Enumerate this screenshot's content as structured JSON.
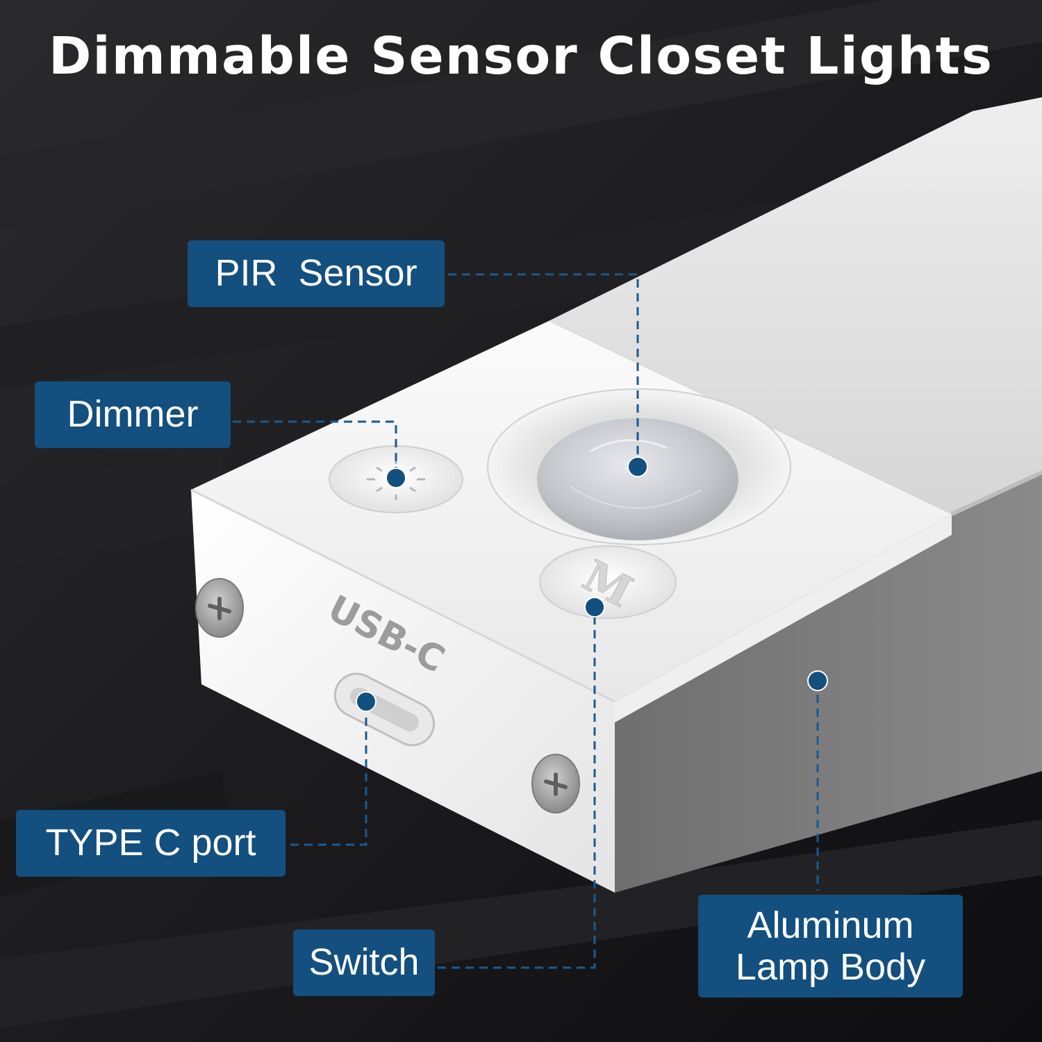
{
  "title": "Dimmable Sensor Closet Lights",
  "product": {
    "port_marking": "USB-C",
    "switch_button_glyph": "M",
    "dimmer_button_icon": "sun-icon",
    "screw_icon": "screw-icon"
  },
  "callouts": {
    "pir_sensor": "PIR  Sensor",
    "dimmer": "Dimmer",
    "type_c_port": "TYPE C port",
    "switch": "Switch",
    "body_line1": "Aluminum",
    "body_line2": "Lamp Body"
  },
  "colors": {
    "callout_bg": "#134f7f",
    "leader_line": "#1b5a8e",
    "background": "#1c1c1e",
    "housing": "#f6f6f6"
  }
}
